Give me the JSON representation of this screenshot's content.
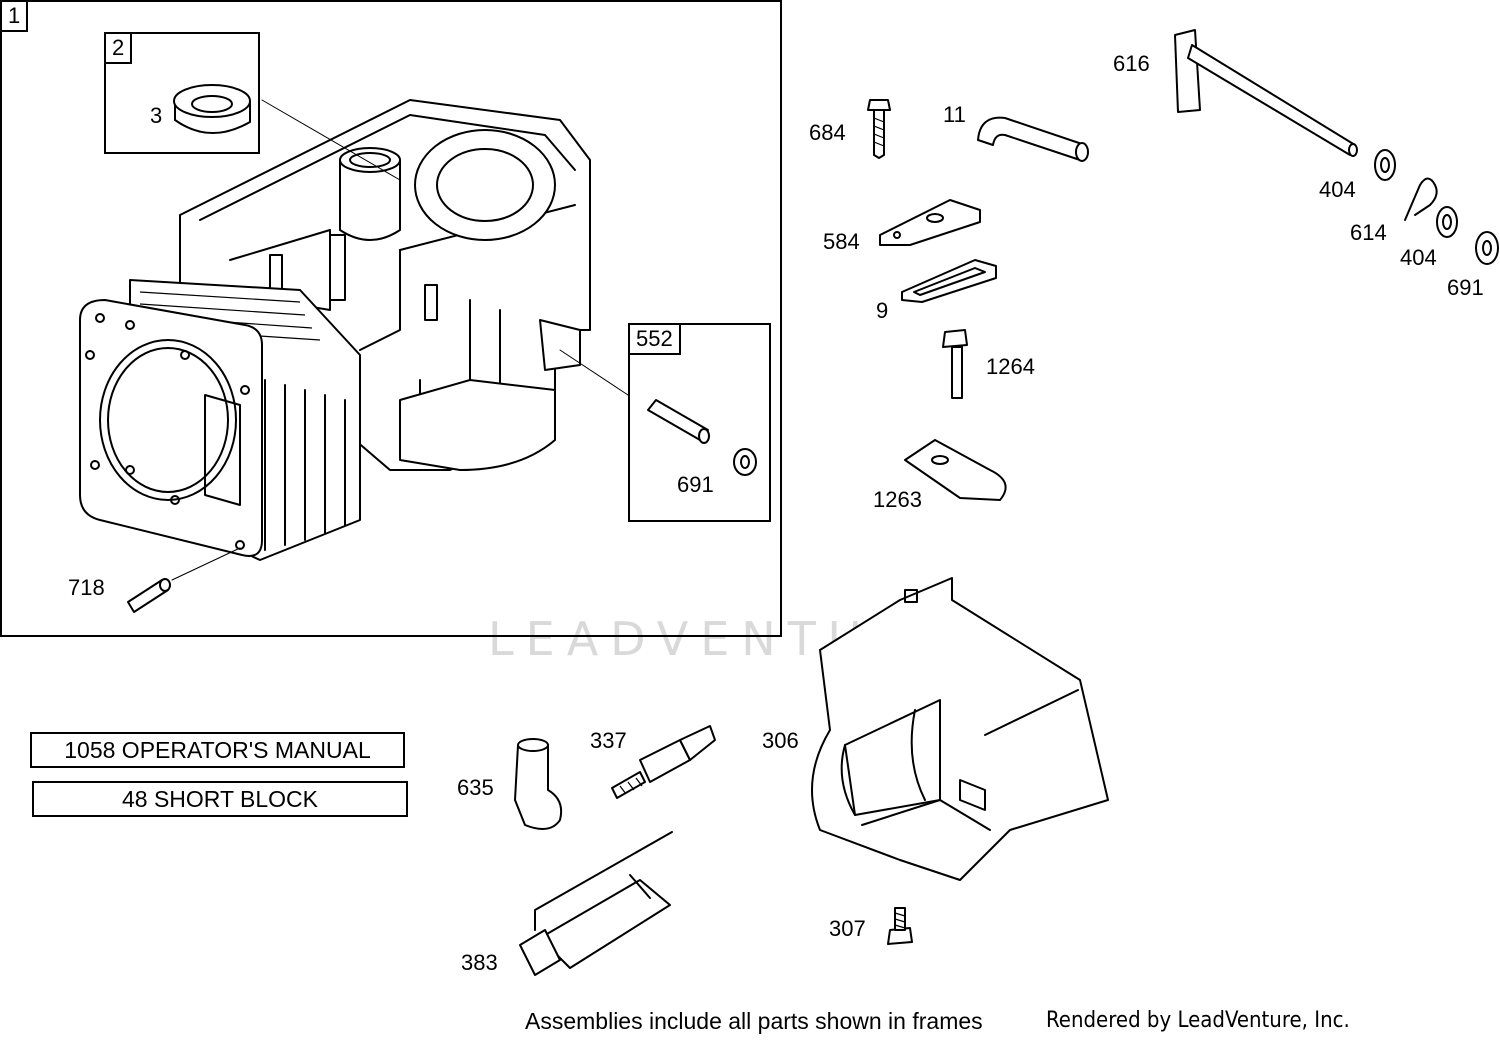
{
  "frames": {
    "main": {
      "tag": "1"
    },
    "seal": {
      "tag": "2"
    },
    "dowel": {
      "tag": "552"
    }
  },
  "labels": {
    "p3": "3",
    "p718": "718",
    "p691_frame": "691",
    "p616": "616",
    "p684": "684",
    "p11": "11",
    "p404_a": "404",
    "p614": "614",
    "p404_b": "404",
    "p691_b": "691",
    "p584": "584",
    "p9": "9",
    "p1264": "1264",
    "p1263": "1263",
    "p337": "337",
    "p306": "306",
    "p635": "635",
    "p307": "307",
    "p383": "383"
  },
  "boxed_items": {
    "manual": "1058 OPERATOR'S MANUAL",
    "short_block": "48 SHORT BLOCK"
  },
  "footer": {
    "note": "Assemblies include all parts shown in frames",
    "rendered_by": "Rendered by LeadVenture, Inc."
  },
  "watermark": {
    "text": "LEADVENTURE"
  }
}
